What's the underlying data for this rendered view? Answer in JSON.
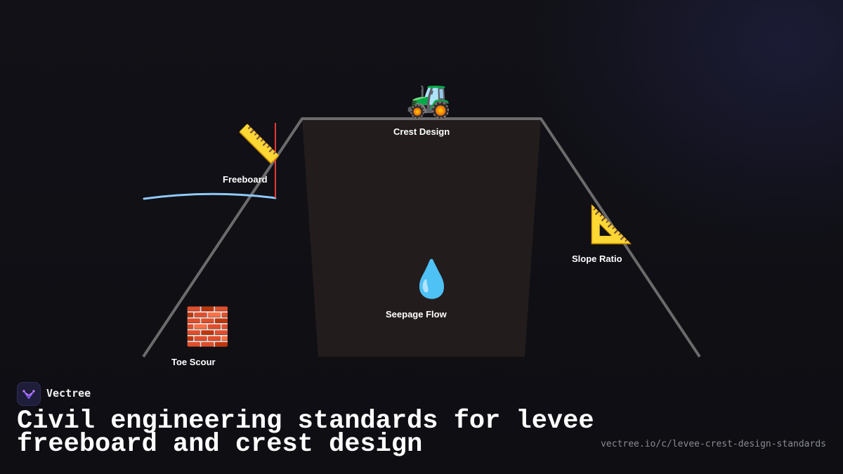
{
  "brand": {
    "name": "Vectree",
    "logo_icon": "vectree-logo-icon"
  },
  "title": "Civil engineering standards for levee freeboard and crest design",
  "url": "vectree.io/c/levee-crest-design-standards",
  "diagram": {
    "nodes": [
      {
        "id": "crest",
        "label": "Crest Design",
        "icon": "tractor-icon",
        "glyph": "🚜"
      },
      {
        "id": "freeboard",
        "label": "Freeboard",
        "icon": "ruler-icon",
        "glyph": "📏"
      },
      {
        "id": "slope",
        "label": "Slope Ratio",
        "icon": "triangular-ruler-icon",
        "glyph": "📐"
      },
      {
        "id": "seepage",
        "label": "Seepage Flow",
        "icon": "droplet-icon",
        "glyph": "💧"
      },
      {
        "id": "toe",
        "label": "Toe Scour",
        "icon": "brick-icon",
        "glyph": "🧱"
      }
    ]
  },
  "colors": {
    "background": "#0f0f14",
    "levee_outline": "#6b6b6b",
    "levee_core": "#231c1c",
    "water_line": "#90caf9",
    "freeboard_marker": "#e53935",
    "text": "#ffffff",
    "muted_text": "#8a8a94"
  }
}
